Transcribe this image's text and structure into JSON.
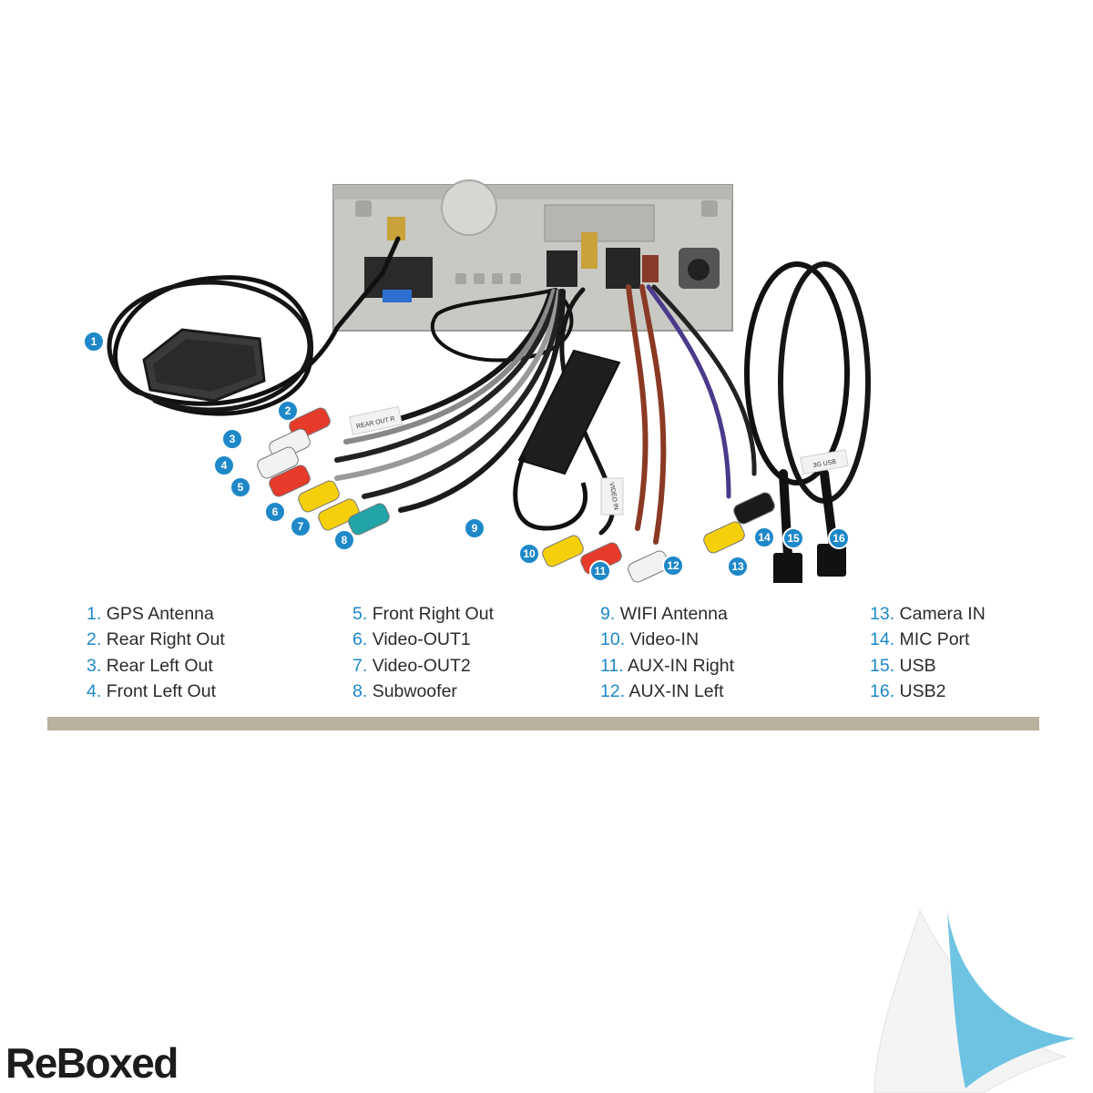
{
  "diagram": {
    "callouts": [
      {
        "num": "1"
      },
      {
        "num": "2"
      },
      {
        "num": "3"
      },
      {
        "num": "4"
      },
      {
        "num": "5"
      },
      {
        "num": "6"
      },
      {
        "num": "7"
      },
      {
        "num": "8"
      },
      {
        "num": "9"
      },
      {
        "num": "10"
      },
      {
        "num": "11"
      },
      {
        "num": "12"
      },
      {
        "num": "13"
      },
      {
        "num": "14"
      },
      {
        "num": "15"
      },
      {
        "num": "16"
      }
    ],
    "cable_tags": {
      "rear_out": "REAR OUT R",
      "video_in": "VIDEO IN",
      "usb": "3G USB"
    }
  },
  "legend": {
    "columns": [
      [
        {
          "num": "1.",
          "label": "GPS Antenna"
        },
        {
          "num": "2.",
          "label": "Rear Right Out"
        },
        {
          "num": "3.",
          "label": "Rear Left Out"
        },
        {
          "num": "4.",
          "label": "Front Left Out"
        }
      ],
      [
        {
          "num": "5.",
          "label": "Front Right Out"
        },
        {
          "num": "6.",
          "label": "Video-OUT1"
        },
        {
          "num": "7.",
          "label": "Video-OUT2"
        },
        {
          "num": "8.",
          "label": "Subwoofer"
        }
      ],
      [
        {
          "num": "9.",
          "label": "WIFI Antenna"
        },
        {
          "num": "10.",
          "label": "Video-IN"
        },
        {
          "num": "11.",
          "label": "AUX-IN Right"
        },
        {
          "num": "12.",
          "label": "AUX-IN Left"
        }
      ],
      [
        {
          "num": "13.",
          "label": "Camera IN"
        },
        {
          "num": "14.",
          "label": "MIC Port"
        },
        {
          "num": "15.",
          "label": "USB"
        },
        {
          "num": "16.",
          "label": "USB2"
        }
      ]
    ]
  },
  "brand": {
    "logo_text": "ReBoxed"
  },
  "colors": {
    "accent": "#1e88c8",
    "divider": "#b8b29e",
    "curl": "#68c2e2"
  }
}
